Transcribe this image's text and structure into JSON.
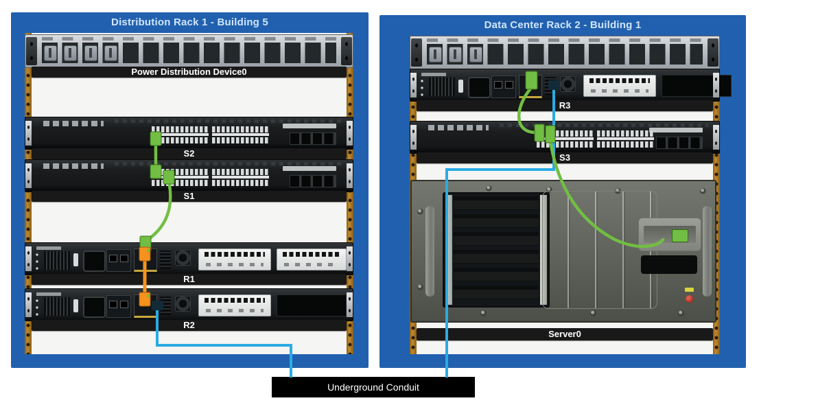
{
  "colors": {
    "rack_blue": "#2160ae",
    "rack_title_text": "#cfe6fb",
    "rail_orange": "#ad7a24",
    "cable_green": "#72be44",
    "cable_orange": "#f6921e",
    "cable_blue": "#2aabe4",
    "connector_dark_port": "#132b38",
    "device_label_bg": "#191919",
    "device_label_text": "#ffffff",
    "conduit_bg": "#000000",
    "conduit_text": "#ffffff"
  },
  "racks": [
    {
      "title": "Distribution Rack 1 - Building 5",
      "devices": [
        {
          "type": "power-distribution-device",
          "label": "Power Distribution Device0"
        },
        {
          "type": "switch",
          "label": "S2"
        },
        {
          "type": "switch",
          "label": "S1"
        },
        {
          "type": "router",
          "label": "R1"
        },
        {
          "type": "router",
          "label": "R2"
        }
      ]
    },
    {
      "title": "Data Center Rack 2 - Building 1",
      "devices": [
        {
          "type": "power-distribution-device",
          "label": ""
        },
        {
          "type": "router",
          "label": "R3"
        },
        {
          "type": "switch",
          "label": "S3"
        },
        {
          "type": "server",
          "label": "Server0"
        }
      ]
    }
  ],
  "conduit": {
    "label": "Underground Conduit"
  },
  "connections": [
    {
      "from": "S2",
      "to": "S1",
      "color": "green"
    },
    {
      "from": "S1",
      "to": "R1",
      "color": "green"
    },
    {
      "from": "R1",
      "to": "R2",
      "color": "orange"
    },
    {
      "from": "R2",
      "to": "Underground Conduit",
      "color": "blue"
    },
    {
      "from": "R3",
      "to": "S3",
      "color": "green"
    },
    {
      "from": "S3",
      "to": "Server0",
      "color": "green"
    },
    {
      "from": "R3",
      "to": "Underground Conduit",
      "color": "blue"
    }
  ]
}
